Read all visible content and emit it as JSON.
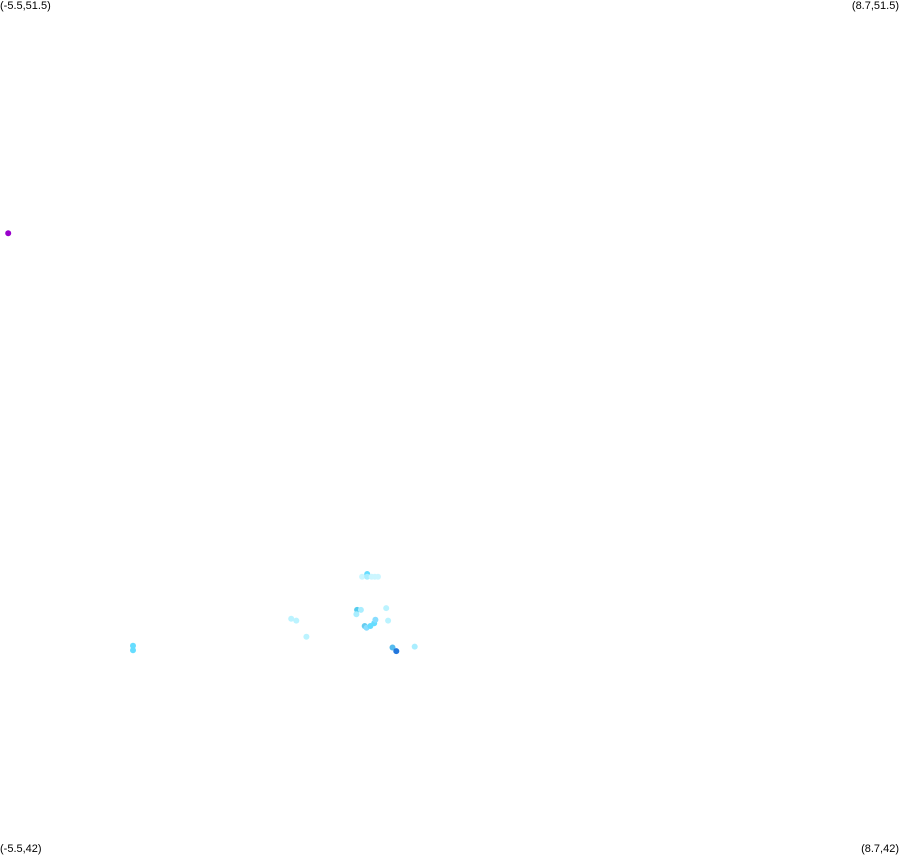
{
  "corners": {
    "top_left": "(-5.5,51.5)",
    "top_right": "(8.7,51.5)",
    "bottom_left": "(-5.5,42)",
    "bottom_right": "(8.7,42)"
  },
  "extent": {
    "lon_min": -5.5,
    "lon_max": 8.7,
    "lat_min": 42,
    "lat_max": 51.5
  },
  "points": [
    {
      "lon": -5.37,
      "lat": 48.9,
      "color": "#9900cc"
    },
    {
      "lon": -3.4,
      "lat": 44.3,
      "color": "#66ddff"
    },
    {
      "lon": -3.4,
      "lat": 44.25,
      "color": "#66ddff"
    },
    {
      "lon": -0.9,
      "lat": 44.6,
      "color": "#bbf3ff"
    },
    {
      "lon": -0.82,
      "lat": 44.58,
      "color": "#bbf3ff"
    },
    {
      "lon": -0.66,
      "lat": 44.4,
      "color": "#bbf3ff"
    },
    {
      "lon": 0.14,
      "lat": 44.7,
      "color": "#55ccee"
    },
    {
      "lon": 0.2,
      "lat": 44.7,
      "color": "#aaeeff"
    },
    {
      "lon": 0.13,
      "lat": 44.65,
      "color": "#aaeeff"
    },
    {
      "lon": 0.22,
      "lat": 45.07,
      "color": "#ccf6ff"
    },
    {
      "lon": 0.3,
      "lat": 45.1,
      "color": "#66ddff"
    },
    {
      "lon": 0.3,
      "lat": 45.07,
      "color": "#aaeeff"
    },
    {
      "lon": 0.37,
      "lat": 45.07,
      "color": "#ccf6ff"
    },
    {
      "lon": 0.42,
      "lat": 45.07,
      "color": "#ccf6ff"
    },
    {
      "lon": 0.47,
      "lat": 45.07,
      "color": "#ccf6ff"
    },
    {
      "lon": 0.26,
      "lat": 44.52,
      "color": "#66ccee"
    },
    {
      "lon": 0.29,
      "lat": 44.5,
      "color": "#88ddff"
    },
    {
      "lon": 0.35,
      "lat": 44.52,
      "color": "#66ddff"
    },
    {
      "lon": 0.41,
      "lat": 44.55,
      "color": "#66ddff"
    },
    {
      "lon": 0.43,
      "lat": 44.59,
      "color": "#88ddff"
    },
    {
      "lon": 0.6,
      "lat": 44.72,
      "color": "#bbf3ff"
    },
    {
      "lon": 0.63,
      "lat": 44.58,
      "color": "#bbf3ff"
    },
    {
      "lon": 0.7,
      "lat": 44.28,
      "color": "#55bbee"
    },
    {
      "lon": 0.76,
      "lat": 44.24,
      "color": "#2277dd"
    },
    {
      "lon": 1.05,
      "lat": 44.29,
      "color": "#aaeeff"
    }
  ]
}
